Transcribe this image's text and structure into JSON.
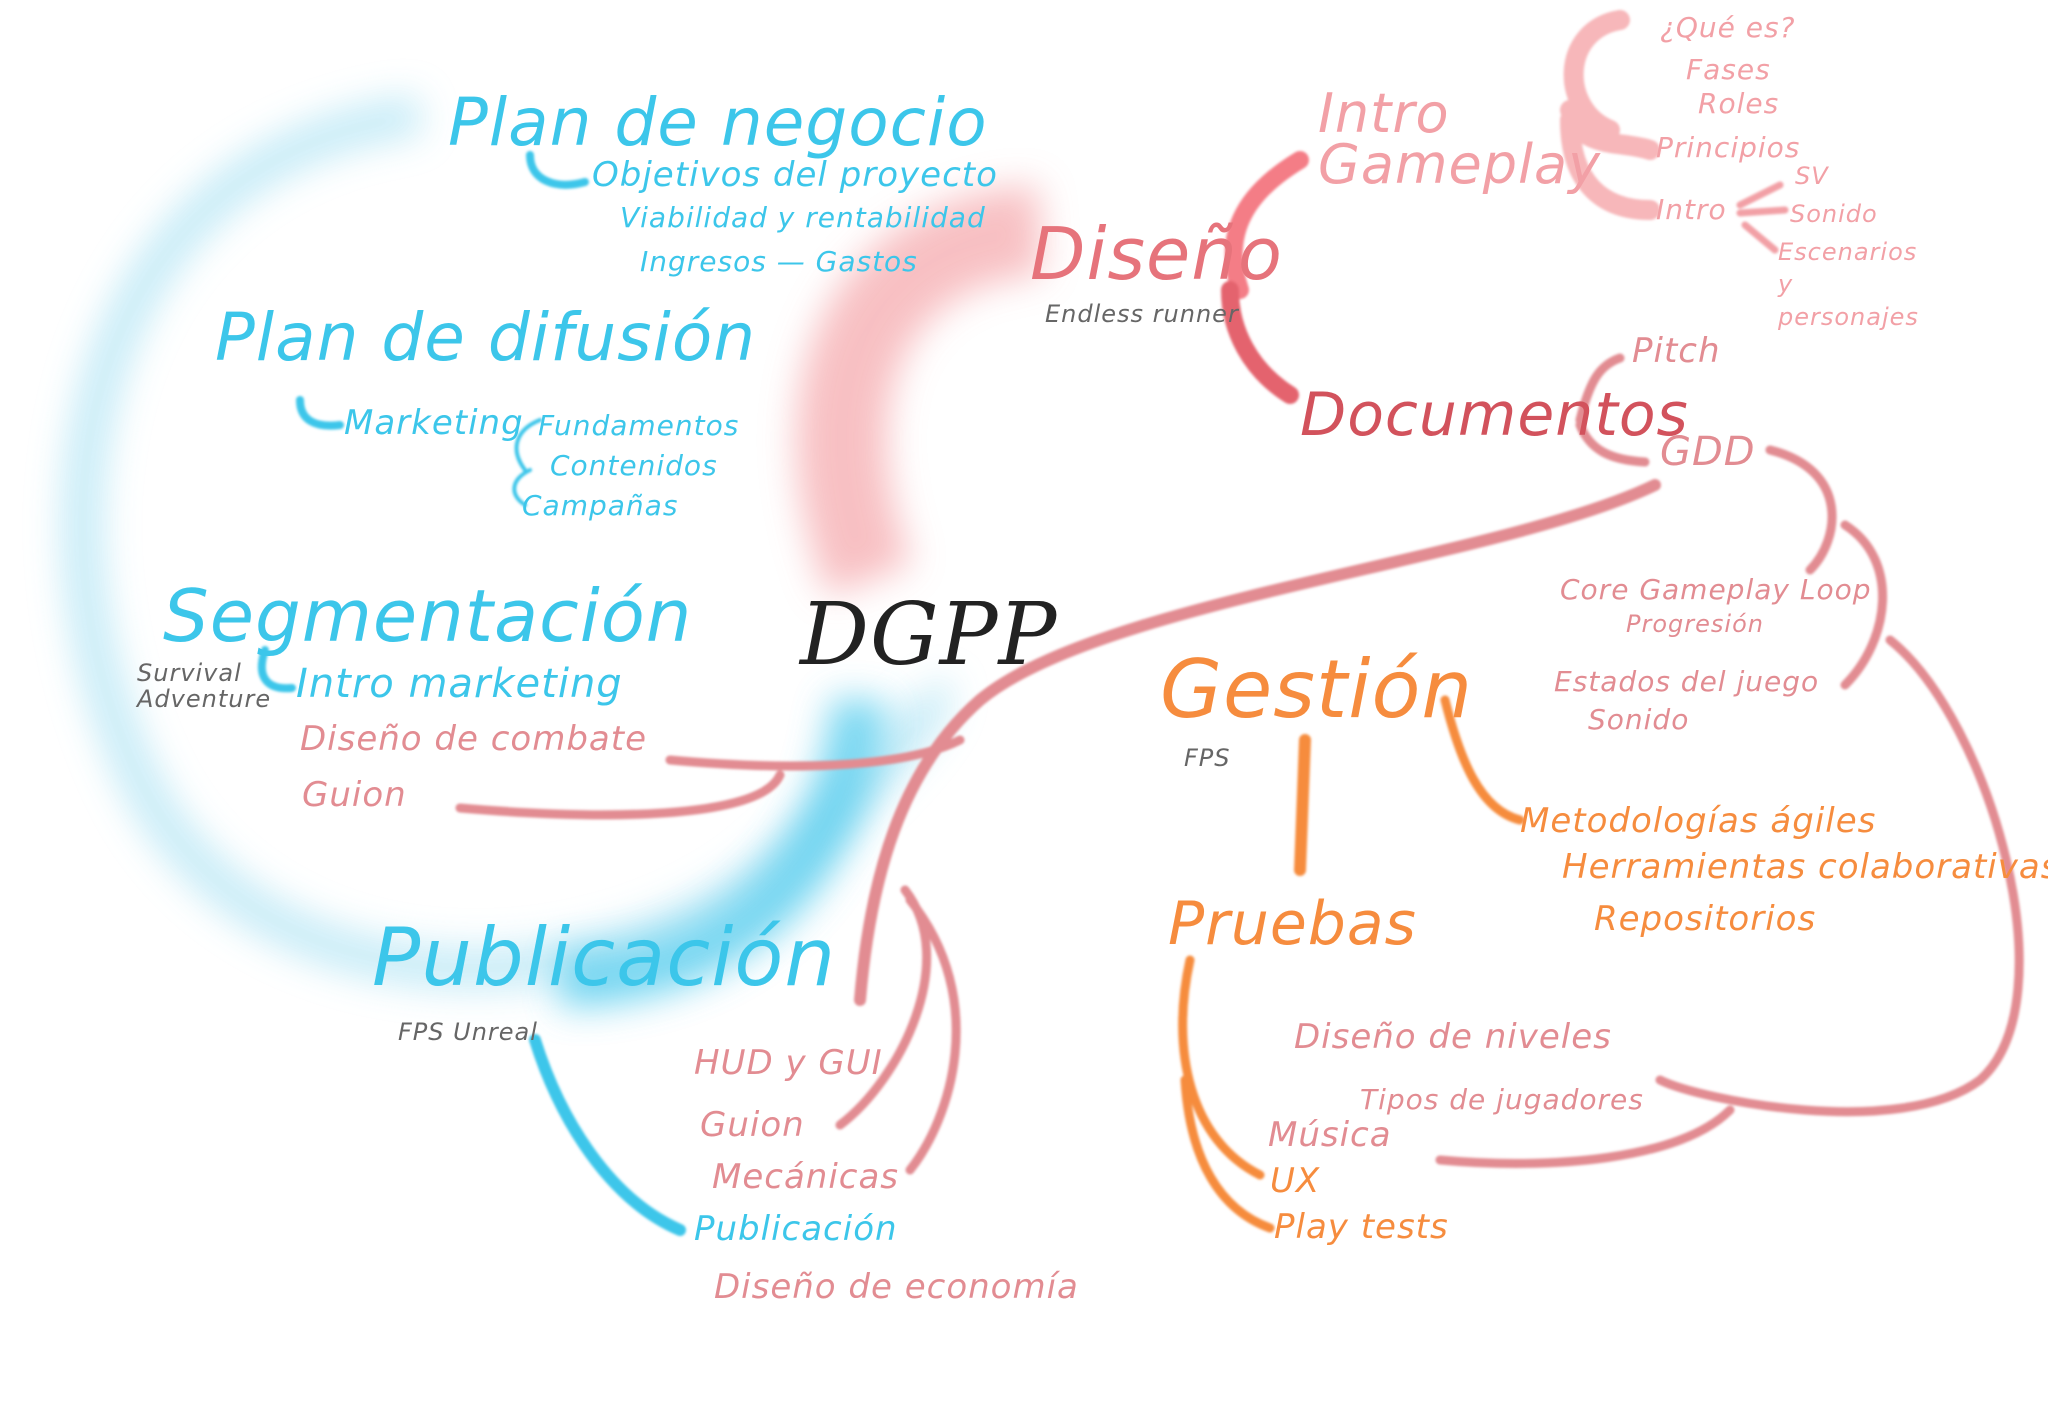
{
  "colors": {
    "blue": "#3cc6ea",
    "pink": "#e28c92",
    "red": "#d2525c",
    "orange": "#f68c3e",
    "gray": "#666666",
    "black": "#222222"
  },
  "center": "DGPP",
  "publicacion": {
    "title": "Publicación",
    "note": "FPS Unreal",
    "plan_negocio": {
      "title": "Plan de negocio",
      "items": [
        "Objetivos del proyecto",
        "Viabilidad y rentabilidad",
        "Ingresos — Gastos"
      ]
    },
    "plan_difusion": {
      "title": "Plan de difusión",
      "marketing": "Marketing",
      "items": [
        "Fundamentos",
        "Contenidos",
        "Campañas"
      ]
    },
    "segmentacion": {
      "title": "Segmentación",
      "note": "Survival Adventure",
      "item": "Intro marketing"
    }
  },
  "diseno": {
    "title": "Diseño",
    "note": "Endless runner",
    "intro_gameplay": {
      "title": "Intro Gameplay",
      "items": [
        "¿Qué es?",
        "Fases",
        "Roles",
        "Principios",
        "Intro"
      ],
      "intro_sub": [
        "SV",
        "Sonido",
        "Escenarios y personajes"
      ]
    },
    "documentos": {
      "title": "Documentos",
      "items": [
        "Pitch",
        "GDD"
      ]
    },
    "gdd_items": [
      "Core Gameplay Loop",
      "Progresión",
      "Estados del juego",
      "Sonido"
    ],
    "left_items": [
      "Diseño de combate",
      "Guion"
    ],
    "bottom_items": [
      "HUD y GUI",
      "Guion",
      "Mecánicas",
      "Publicación",
      "Diseño de economía"
    ]
  },
  "gestion": {
    "title": "Gestión",
    "note": "FPS",
    "items": [
      "Metodologías ágiles",
      "Herramientas colaborativas",
      "Repositorios"
    ],
    "pruebas": {
      "title": "Pruebas",
      "items": [
        "Diseño de niveles",
        "Tipos de jugadores",
        "Música",
        "UX",
        "Play tests"
      ]
    }
  }
}
